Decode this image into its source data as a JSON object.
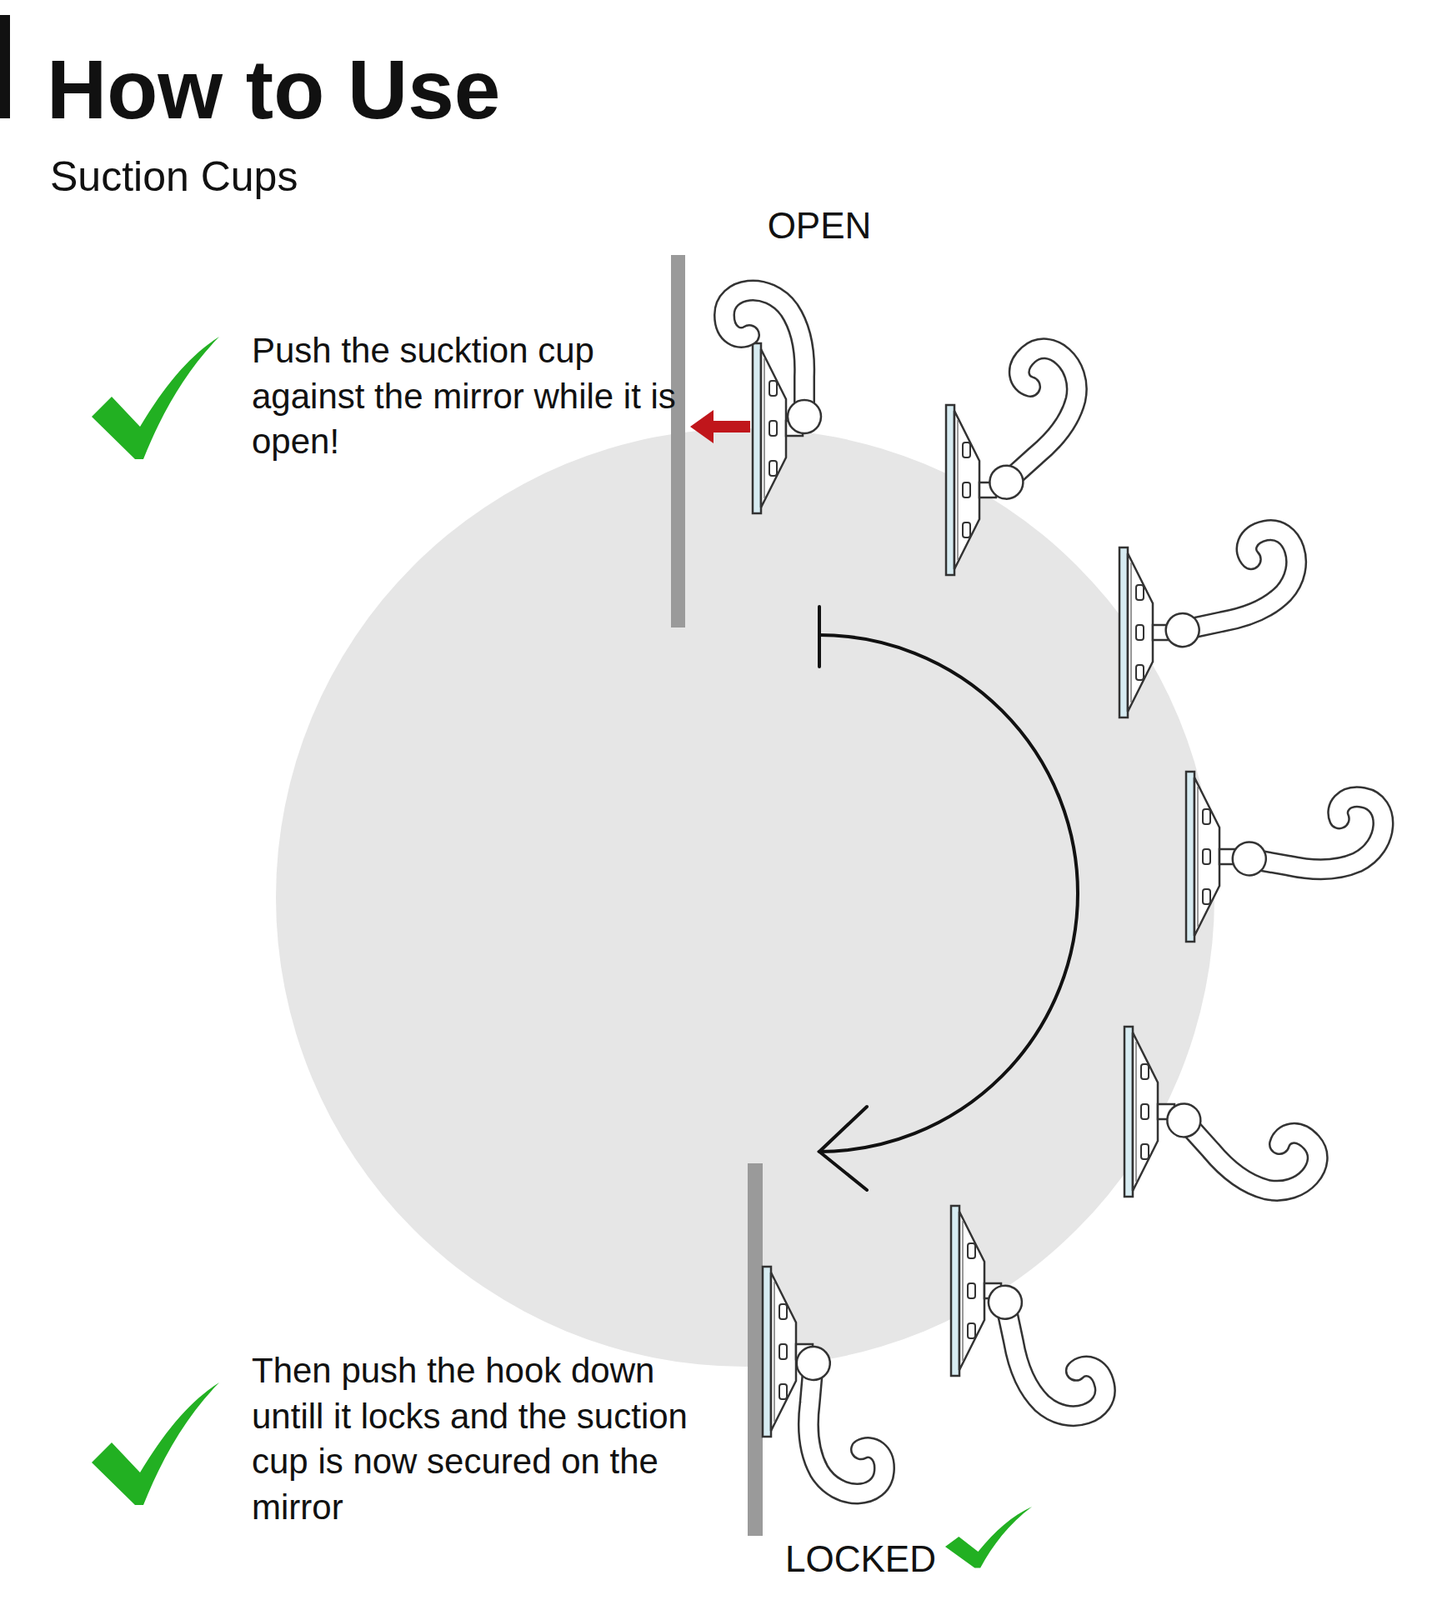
{
  "diagram": {
    "title": "How to Use",
    "labels": [
      "Suction Cups",
      "OPEN",
      "Push the sucktion cup against the mirror while it is open!",
      "Then push the hook down untill it locks and the suction cup is now secured on the mirror",
      "LOCKED"
    ]
  }
}
